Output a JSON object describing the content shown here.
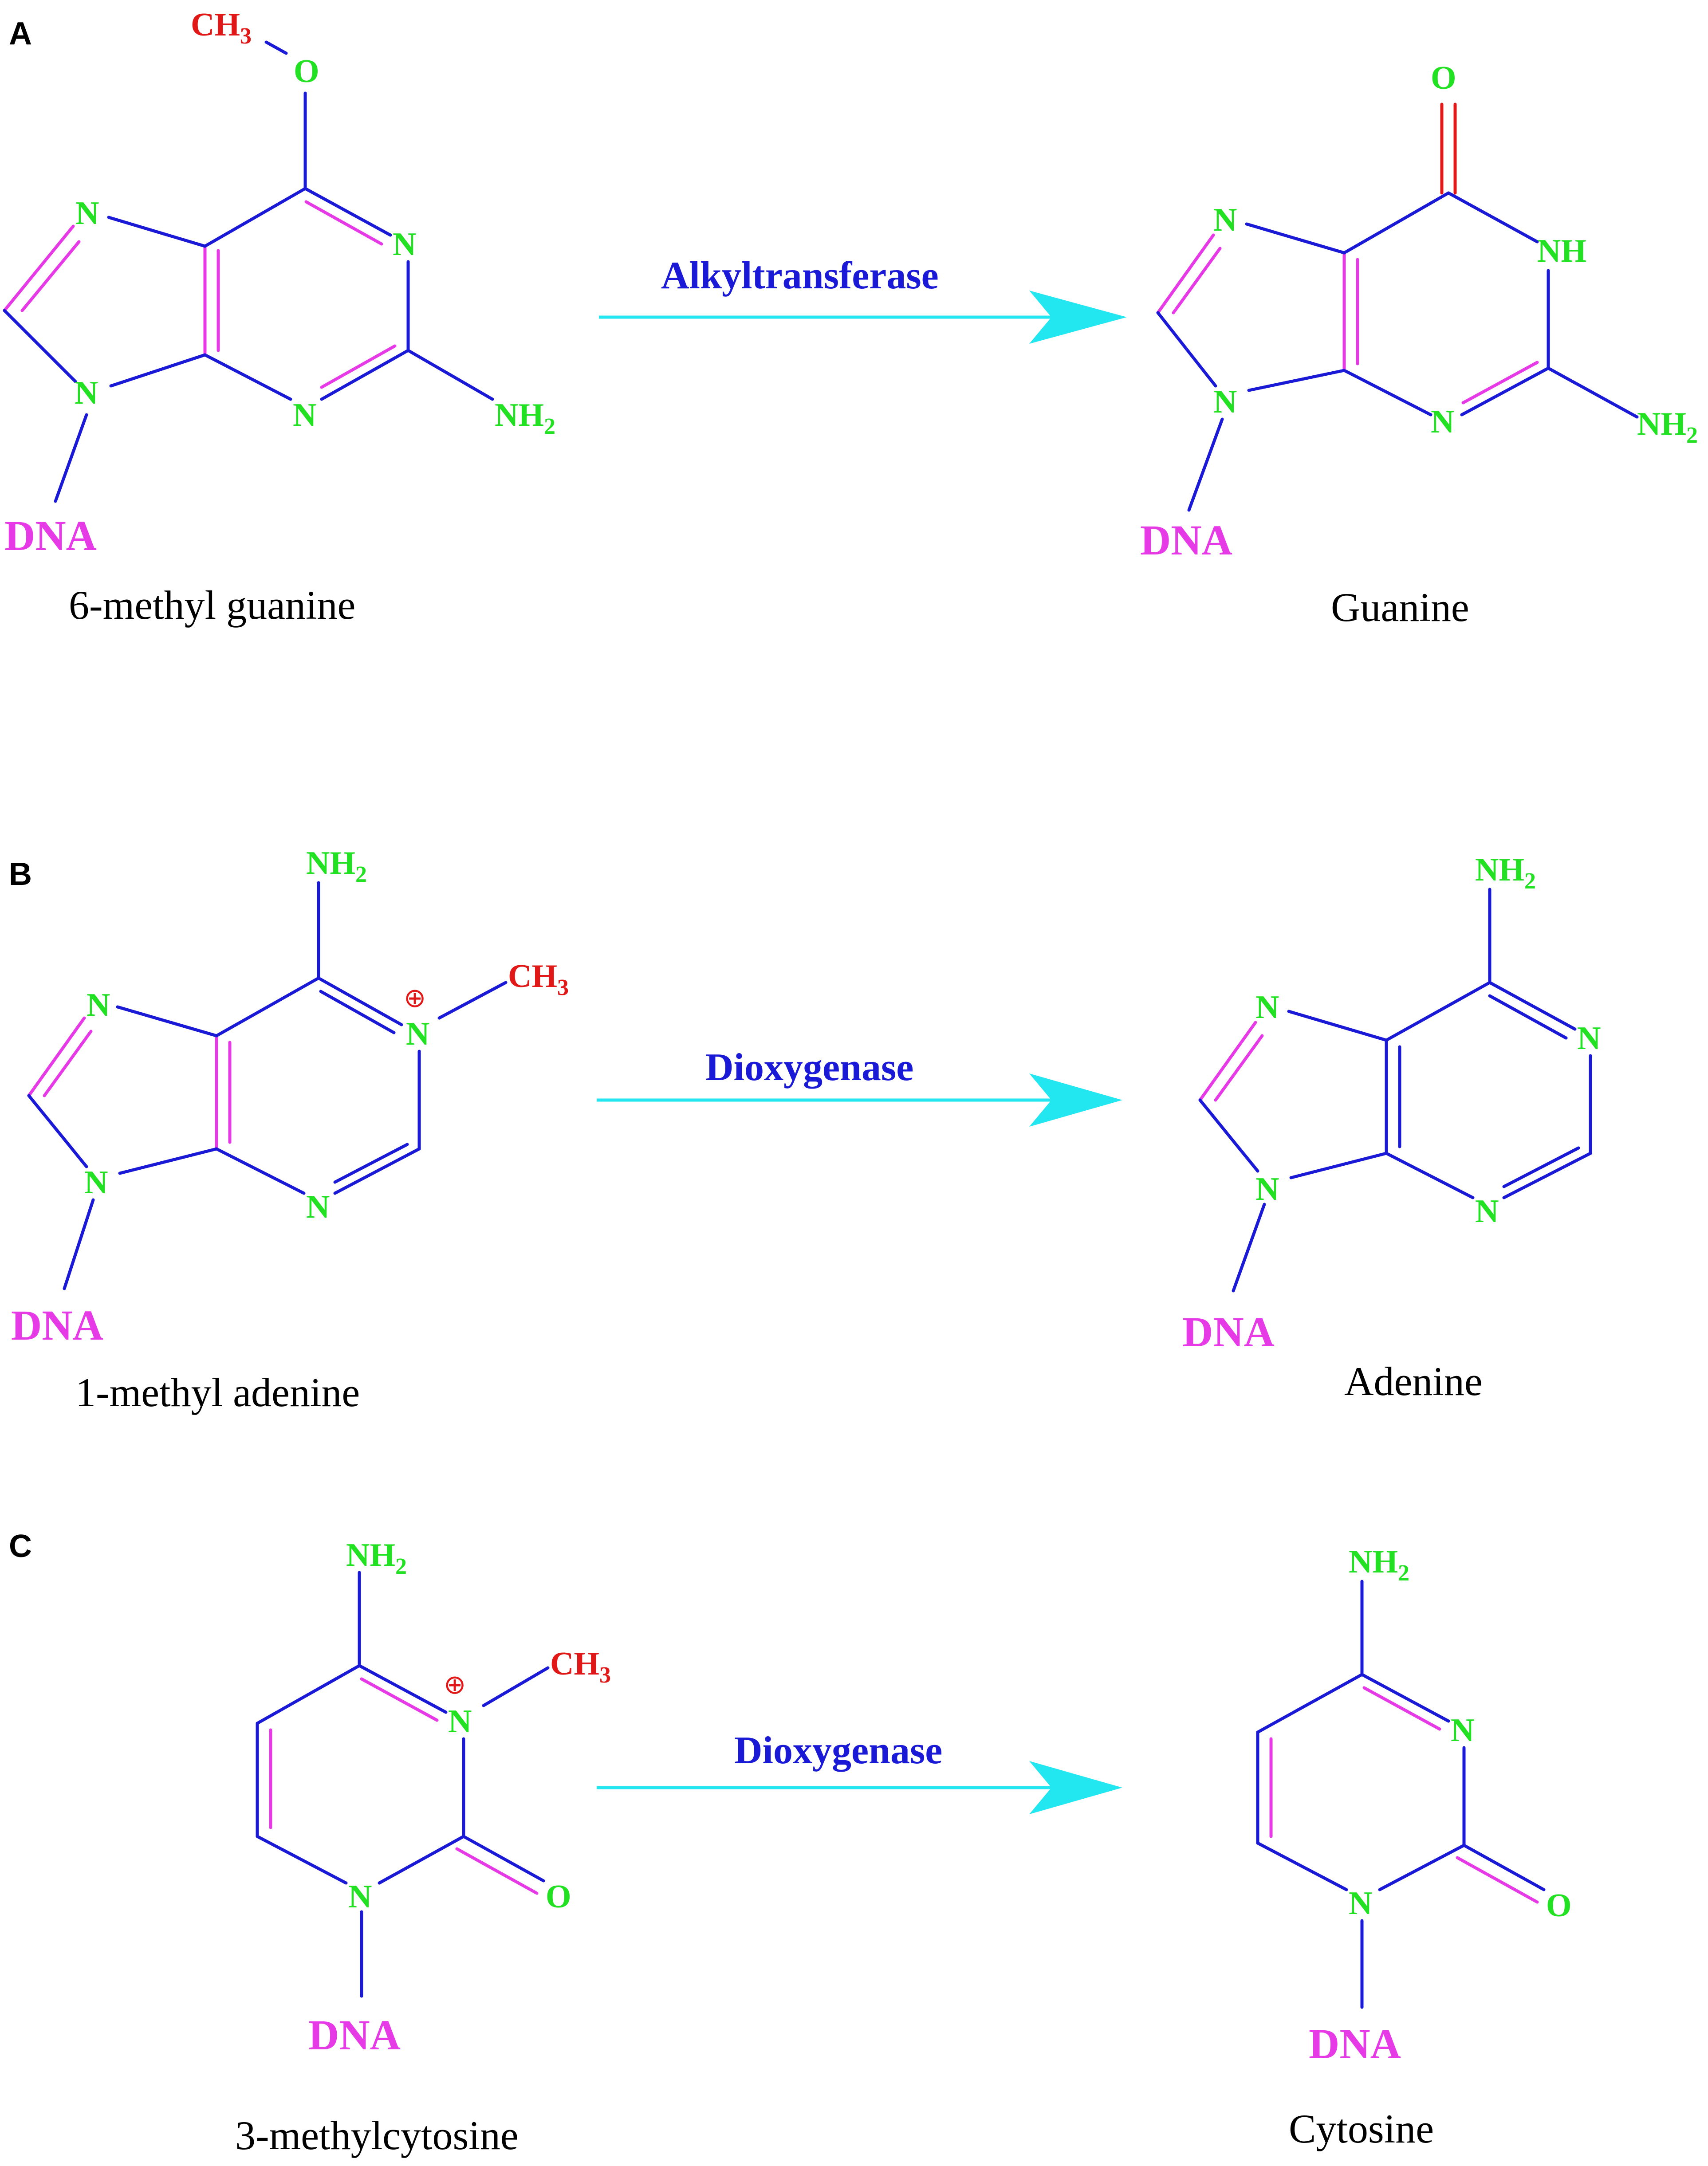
{
  "colors": {
    "bond": "#1a1ad6",
    "aromatic_bond": "#e63ae6",
    "nitrogen_oxygen": "#22e022",
    "methyl": "#e01818",
    "dna": "#e63ae6",
    "enzyme": "#1a1ad6",
    "arrow": "#22e6f0",
    "name": "#000000"
  },
  "atoms": {
    "N": "N",
    "NH": "NH",
    "O": "O",
    "NH2_base": "NH",
    "NH2_sub": "2",
    "CH3_base": "CH",
    "CH3_sub": "3",
    "DNA": "DNA",
    "plus": "⊕"
  },
  "panels": [
    {
      "letter": "A",
      "enzyme": "Alkyltransferase",
      "reactant_name": "6-methyl guanine",
      "product_name": "Guanine"
    },
    {
      "letter": "B",
      "enzyme": "Dioxygenase",
      "reactant_name": "1-methyl adenine",
      "product_name": "Adenine"
    },
    {
      "letter": "C",
      "enzyme": "Dioxygenase",
      "reactant_name": "3-methylcytosine",
      "product_name": "Cytosine"
    }
  ]
}
